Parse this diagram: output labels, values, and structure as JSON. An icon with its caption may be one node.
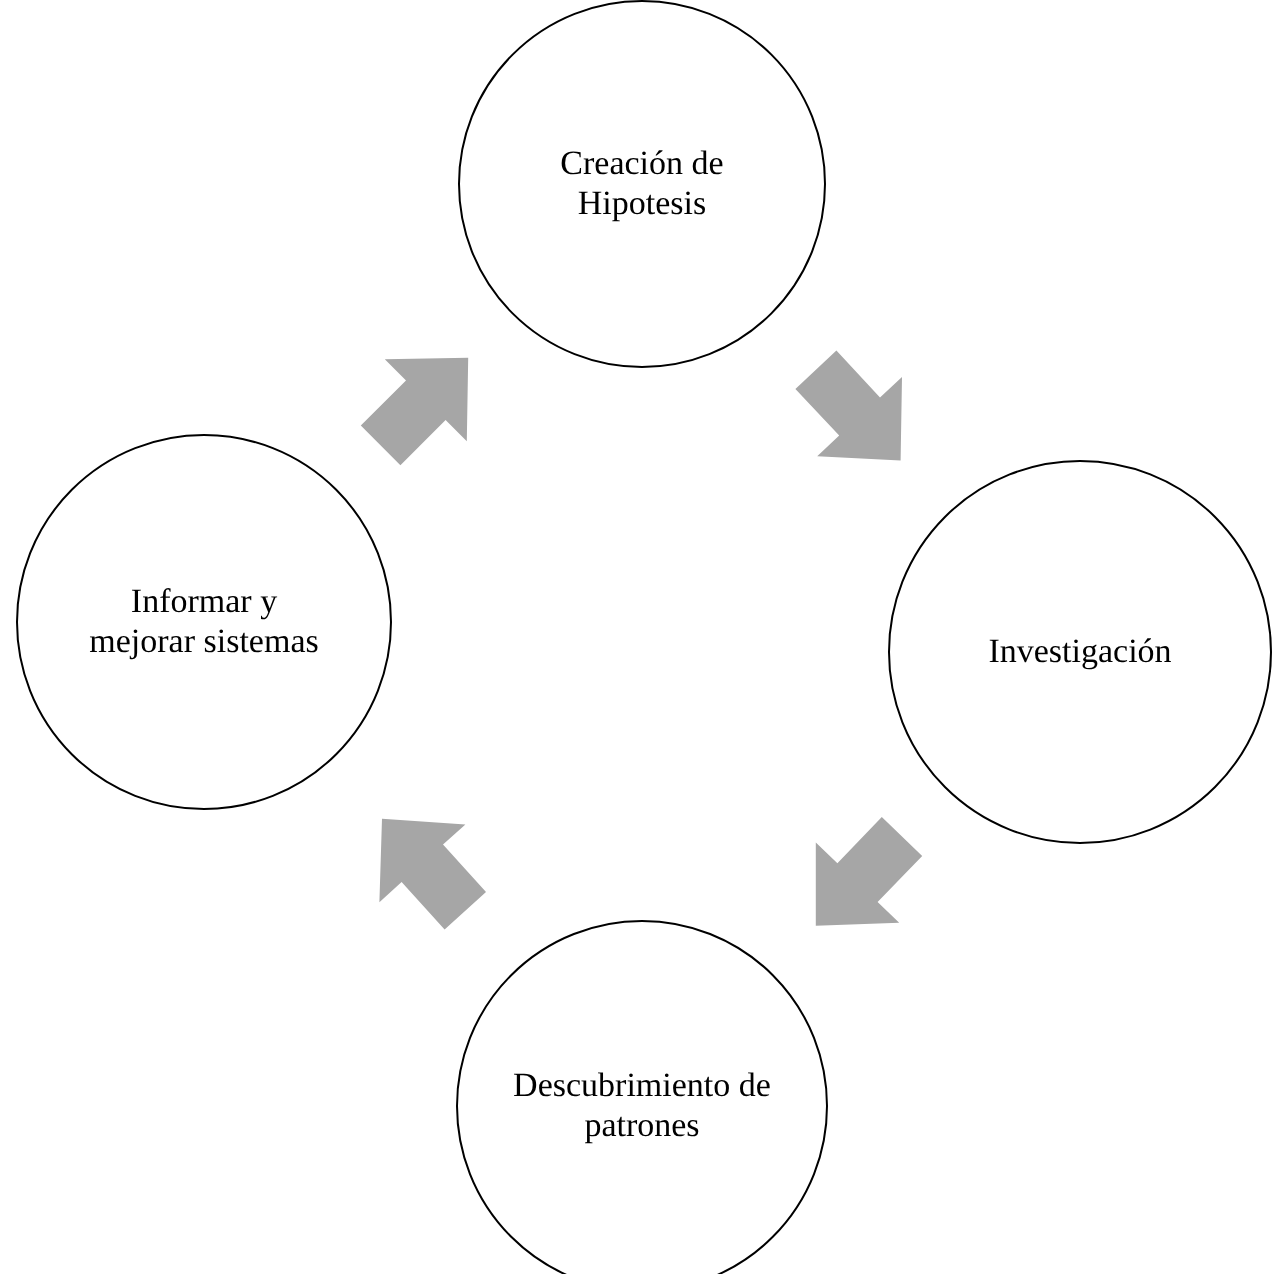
{
  "diagram": {
    "nodes": [
      {
        "text": [
          "Creación de Hipotesis"
        ]
      },
      {
        "text": [
          "Investigación"
        ]
      },
      {
        "text": [
          "Descubrimiento de patrones"
        ]
      },
      {
        "text": [
          "Informar y mejorar sistemas"
        ]
      }
    ],
    "edges": [
      {
        "from": 0,
        "to": 1,
        "arrow": "to"
      },
      {
        "from": 1,
        "to": 2,
        "arrow": "to"
      },
      {
        "from": 2,
        "to": 3,
        "arrow": "to"
      },
      {
        "from": 3,
        "to": 0,
        "arrow": "to"
      }
    ]
  }
}
